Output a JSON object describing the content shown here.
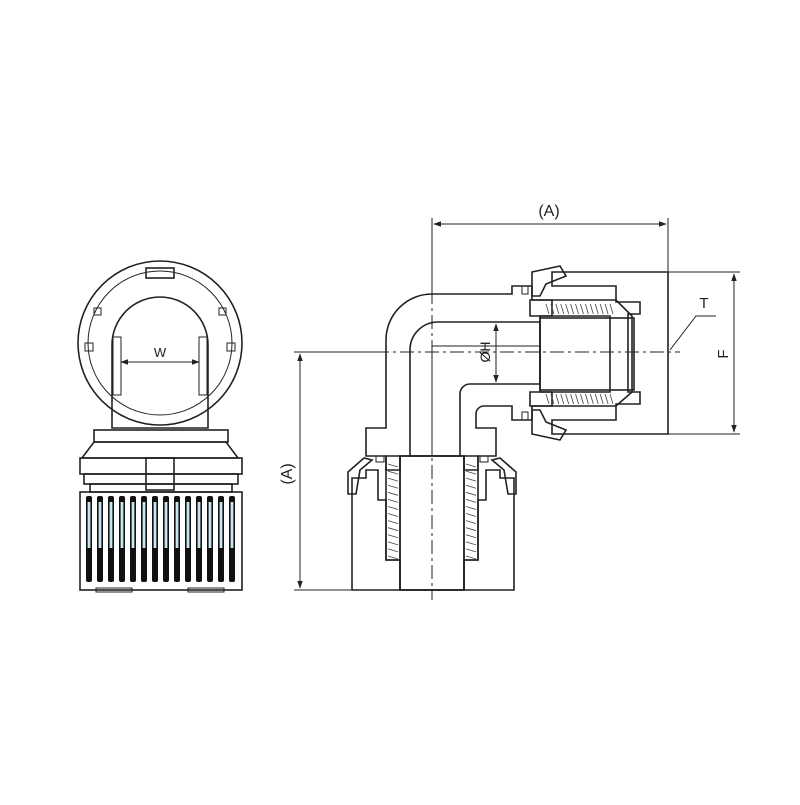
{
  "labels": {
    "top_dimension": "(A)",
    "side_dimension": "(A)",
    "bore_diameter": "ØH",
    "thread": "T",
    "flat_height": "F",
    "width": "W"
  },
  "colors": {
    "body": "#e4d6ec",
    "nut": "#c8e6ee",
    "collet": "#f6f1d2",
    "ring": "#d6ecc8",
    "seal": "#a6d68a",
    "outline": "#222222"
  }
}
